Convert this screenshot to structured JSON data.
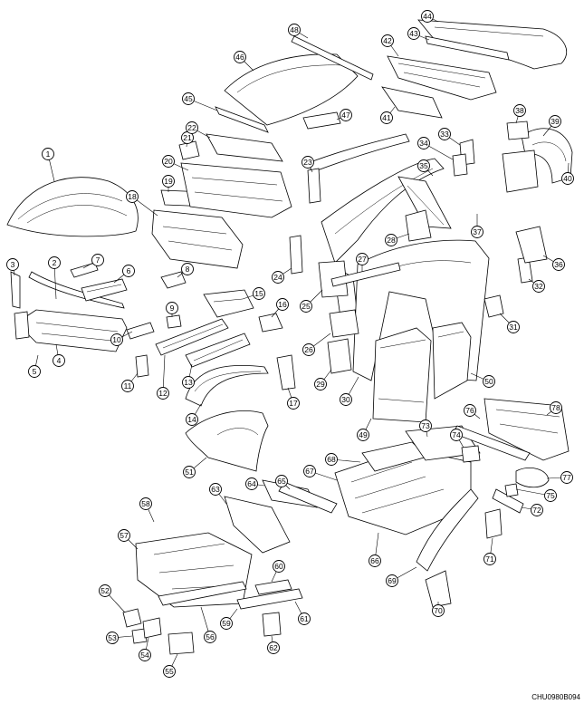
{
  "diagram_code": "CHU0980B094",
  "callouts": [
    "1",
    "2",
    "3",
    "4",
    "5",
    "6",
    "7",
    "8",
    "9",
    "10",
    "11",
    "12",
    "13",
    "14",
    "15",
    "16",
    "17",
    "18",
    "19",
    "20",
    "21",
    "22",
    "23",
    "24",
    "25",
    "26",
    "27",
    "28",
    "29",
    "30",
    "31",
    "32",
    "33",
    "34",
    "35",
    "36",
    "37",
    "38",
    "39",
    "40",
    "41",
    "42",
    "43",
    "44",
    "45",
    "46",
    "47",
    "48",
    "49",
    "50",
    "51",
    "52",
    "53",
    "54",
    "55",
    "56",
    "57",
    "58",
    "59",
    "60",
    "61",
    "62",
    "63",
    "64",
    "65",
    "66",
    "67",
    "68",
    "69",
    "70",
    "71",
    "72",
    "73",
    "74",
    "75",
    "76",
    "77",
    "78"
  ]
}
